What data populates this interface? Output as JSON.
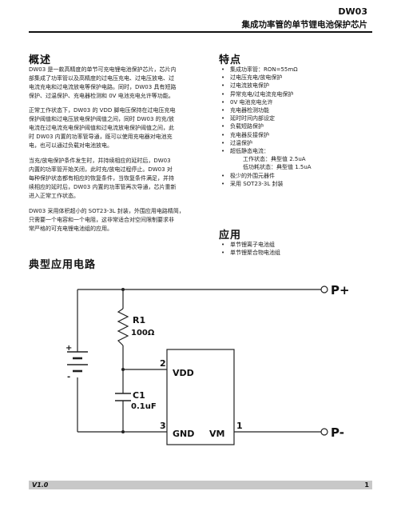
{
  "header": {
    "model": "DW03",
    "title": "集成功率管的单节锂电池保护芯片"
  },
  "overview": {
    "heading": "概述",
    "p1": [
      "DW03 是一款高精度的单节可充电锂电池保护芯片，芯片内",
      "部集成了功率管以及高精度的过电压充电、过电压放电、过",
      "电流充电和过电流放电等保护电路。同时，DW03 具有短路",
      "保护、过温保护、充电器检测和 0V 电池充电允许等功能。"
    ],
    "p2": [
      "正常工作状态下，DW03 的 VDD 脚电压保持在过电压充电",
      "保护阈值和过电压放电保护阈值之间，同时 DW03 的充/放",
      "电流在过电流充电保护阈值和过电流放电保护阈值之间，此",
      "时 DW03 内置的功率管导通，既可以使用充电器对电池充",
      "电，也可以通过负载对电池放电。"
    ],
    "p3": [
      "当充/放电保护条件发生时，并持续相应的延时后，DW03",
      "内置的功率管开始关闭，此时充/放电过程停止。DW03 对",
      "每种保护状态都有相应的恢复条件，当恢复条件满足，并持",
      "续相应的延时后，DW03 内置的功率管再次导通，芯片重新",
      "进入正常工作状态。"
    ],
    "p4": [
      "DW03 采用体积超小的 SOT23-3L 封装，外围应用电路精简，",
      "只需要一个电容和一个电阻，这非常适合对空间限制要求非",
      "常严格的可充电锂电池组的应用。"
    ]
  },
  "features": {
    "heading": "特点",
    "items": [
      "集成功率管：RON=55mΩ",
      "过电压充电/放电保护",
      "过电流放电保护",
      "异常充电/过电流充电保护",
      "0V 电池充电允许",
      "充电器检测功能",
      "延时时间内部设定",
      "负载短路保护",
      "充电器反接保护",
      "过温保护",
      "超低静态电流："
    ],
    "sub": [
      "工作状态：典型值 2.5uA",
      "低功耗状态：典型值 1.5uA"
    ],
    "items2": [
      "极少的外围元器件",
      "采用 SOT23-3L 封装"
    ]
  },
  "applications": {
    "heading": "应用",
    "items": [
      "单节锂离子电池组",
      "单节锂聚合物电池组"
    ]
  },
  "circuit": {
    "heading": "典型应用电路",
    "pplus": "P+",
    "pminus": "P-",
    "r_name": "R1",
    "r_value": "100Ω",
    "c_name": "C1",
    "c_value": "0.1uF",
    "pin_vdd_num": "2",
    "pin_vdd": "VDD",
    "pin_gnd_num": "3",
    "pin_gnd": "GND",
    "pin_vm_num": "1",
    "pin_vm": "VM",
    "bat_plus": "+",
    "bat_minus": "-"
  },
  "footer": {
    "version": "V1.0",
    "page": "1"
  }
}
